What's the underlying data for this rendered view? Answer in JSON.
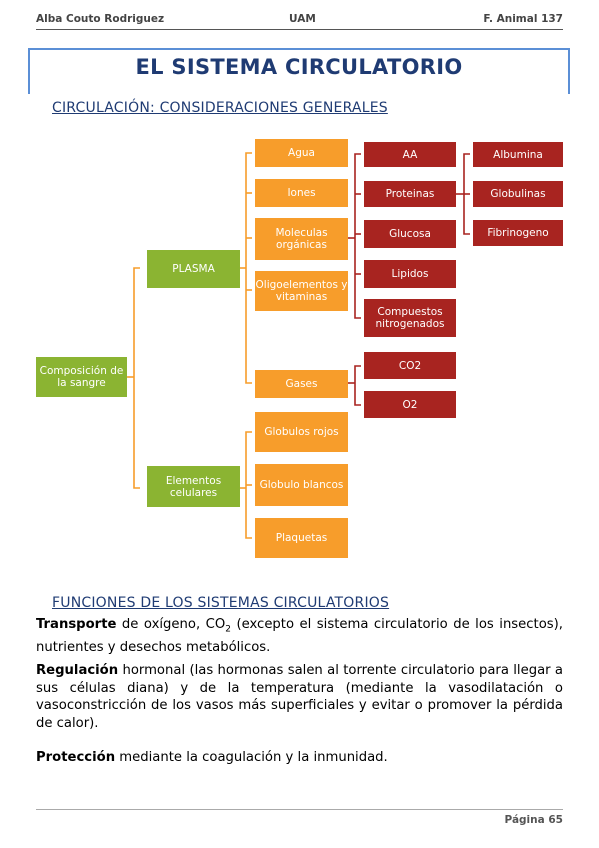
{
  "header": {
    "author": "Alba Couto Rodriguez",
    "university": "UAM",
    "course": "F. Animal 137"
  },
  "title": "EL SISTEMA CIRCULATORIO",
  "section1_heading": "CIRCULACIÓN: CONSIDERACIONES GENERALES",
  "diagram": {
    "root": "Composición de la sangre",
    "plasma": "PLASMA",
    "elementos": "Elementos celulares",
    "agua": "Agua",
    "iones": "Iones",
    "moleculas": "Moleculas orgánicas",
    "oligo": "Oligoelementos y vitaminas",
    "gases": "Gases",
    "globulos_rojos": "Globulos rojos",
    "globulo_blancos": "Globulo blancos",
    "plaquetas": "Plaquetas",
    "aa": "AA",
    "proteinas": "Proteinas",
    "glucosa": "Glucosa",
    "lipidos": "Lipidos",
    "compuestos": "Compuestos nitrogenados",
    "co2": "CO2",
    "o2": "O2",
    "albumina": "Albumina",
    "globulinas": "Globulinas",
    "fibrinogeno": "Fibrinogeno"
  },
  "section2_heading": "FUNCIONES DE LOS SISTEMAS CIRCULATORIOS",
  "functions": {
    "transporte_term": "Transporte",
    "transporte_a": " de oxígeno, CO",
    "transporte_sub": "2",
    "transporte_b": " (excepto el sistema circulatorio de los insectos), nutrientes y desechos metabólicos.",
    "regulacion_term": "Regulación",
    "regulacion_text": " hormonal (las hormonas salen al torrente circulatorio para llegar a sus células diana) y de la temperatura (mediante la vasodilatación o vasoconstricción de los vasos más superficiales y evitar o promover la pérdida de calor).",
    "proteccion_term": "Protección",
    "proteccion_text": " mediante la coagulación y la inmunidad."
  },
  "footer": {
    "page": "Página 65"
  },
  "colors": {
    "green": "#8bb432",
    "orange": "#f79d2b",
    "red": "#a82420",
    "title_blue": "#1f3b73",
    "frame_blue": "#5b8fd6"
  }
}
